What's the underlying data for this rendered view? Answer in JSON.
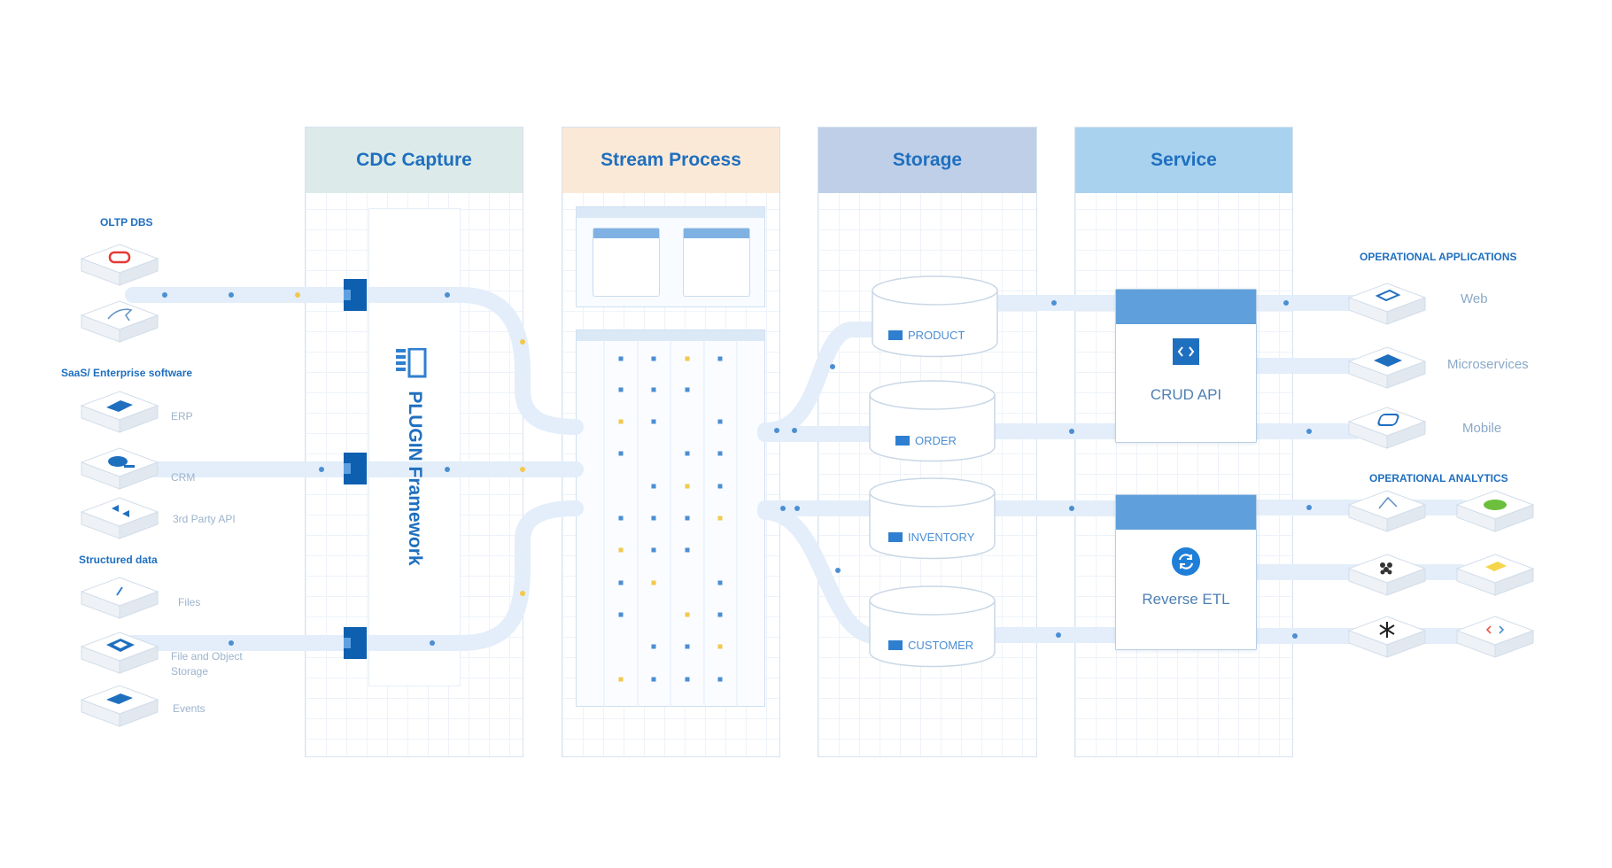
{
  "columns": {
    "cdc": "CDC Capture",
    "stream": "Stream Process",
    "storage": "Storage",
    "service": "Service"
  },
  "sources": {
    "oltp_title": "OLTP DBS",
    "saas_title": "SaaS/ Enterprise software",
    "saas_items": [
      "ERP",
      "CRM",
      "3rd Party API"
    ],
    "structured_title": "Structured data",
    "structured_items": [
      "Files",
      "File and Object Storage",
      "Events"
    ]
  },
  "plugin": {
    "label": "PLUGIN Framework"
  },
  "storage_tables": [
    "PRODUCT",
    "ORDER",
    "INVENTORY",
    "CUSTOMER"
  ],
  "services": {
    "crud": "CRUD API",
    "reverse_etl": "Reverse ETL"
  },
  "outputs": {
    "apps_title": "OPERATIONAL APPLICATIONS",
    "apps": [
      "Web",
      "Microservices",
      "Mobile"
    ],
    "analytics_title": "OPERATIONAL ANALYTICS"
  },
  "colors": {
    "accent": "#1f6fbf",
    "connector": "#e3eefa",
    "port": "#0d5fb0",
    "dot_blue": "#4b8ed3",
    "dot_yellow": "#f2c94c"
  },
  "icons": [
    "oracle-icon",
    "mysql-icon",
    "erp-icon",
    "crm-icon",
    "api-icon",
    "file-icon",
    "storage-icon",
    "events-icon",
    "code-icon",
    "sync-icon",
    "snowflake-icon",
    "databricks-icon"
  ]
}
